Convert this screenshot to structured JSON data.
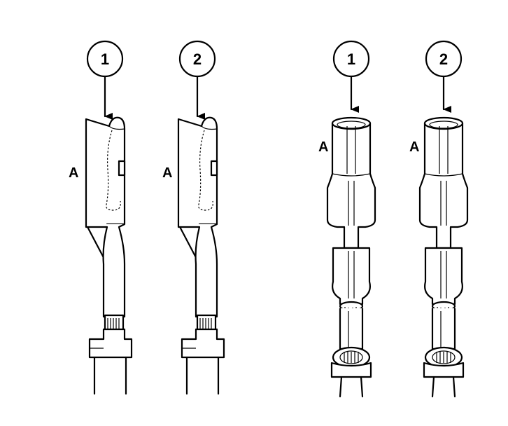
{
  "left_pair": {
    "terminal_1": {
      "callout": "1",
      "label": "A"
    },
    "terminal_2": {
      "callout": "2",
      "label": "A"
    }
  },
  "right_pair": {
    "terminal_1": {
      "callout": "1",
      "label": "A"
    },
    "terminal_2": {
      "callout": "2",
      "label": "A"
    }
  }
}
